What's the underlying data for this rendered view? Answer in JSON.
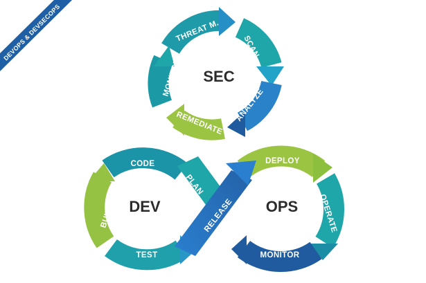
{
  "corner_tag": "DEVOPS & DEVSECOPS",
  "sec_cycle": {
    "hub": "SEC",
    "segments": [
      "THREAT M.",
      "SCAN",
      "ANALYZE",
      "REMEDIATE",
      "MONITOR"
    ]
  },
  "dev_loop": {
    "hub": "DEV",
    "segments": [
      "CODE",
      "PLAN",
      "BUILDING",
      "TEST"
    ]
  },
  "ops_loop": {
    "hub": "OPS",
    "segments": [
      "DEPLOY",
      "OPERATE",
      "MONITOR",
      "RELEASE"
    ]
  },
  "colors": {
    "ribbon": "#1f5fa6",
    "light_green": "#a7c64a",
    "green": "#8bbf3d",
    "teal": "#1fa6a8",
    "cyan": "#23a3c7",
    "blue": "#2e78c2",
    "dark_blue": "#1f5b9e"
  }
}
